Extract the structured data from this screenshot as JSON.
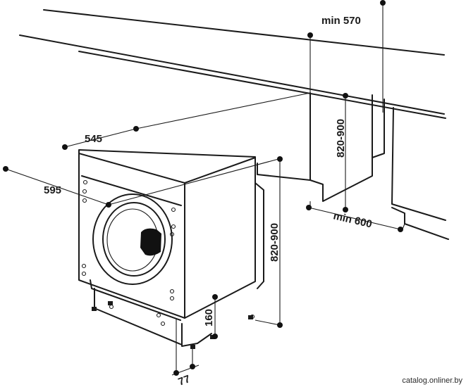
{
  "dimensions": {
    "min_width": "min 570",
    "niche_height": "820-900",
    "min_depth": "min 600",
    "depth": "545",
    "width": "595",
    "appliance_height": "820-900",
    "plinth_height": "160",
    "foot_offset": "77"
  },
  "watermark": "catalog.onliner.by"
}
